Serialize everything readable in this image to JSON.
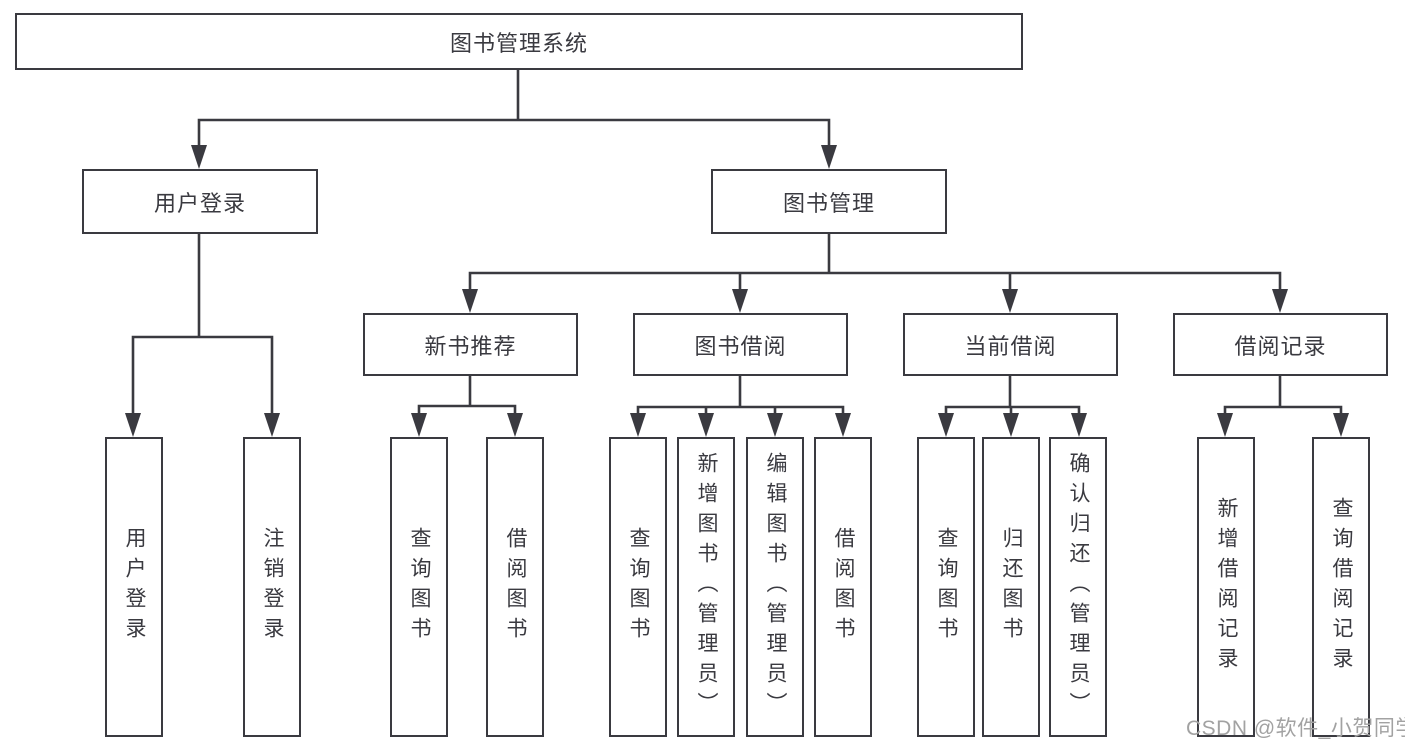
{
  "tree": {
    "label": "图书管理系统",
    "children": [
      {
        "label": "用户登录",
        "children": [
          {
            "label": "用户登录"
          },
          {
            "label": "注销登录"
          }
        ]
      },
      {
        "label": "图书管理",
        "children": [
          {
            "label": "新书推荐",
            "children": [
              {
                "label": "查询图书"
              },
              {
                "label": "借阅图书"
              }
            ]
          },
          {
            "label": "图书借阅",
            "children": [
              {
                "label": "查询图书"
              },
              {
                "label": "新增图书（管理员）"
              },
              {
                "label": "编辑图书（管理员）"
              },
              {
                "label": "借阅图书"
              }
            ]
          },
          {
            "label": "当前借阅",
            "children": [
              {
                "label": "查询图书"
              },
              {
                "label": "归还图书"
              },
              {
                "label": "确认归还（管理员）"
              }
            ]
          },
          {
            "label": "借阅记录",
            "children": [
              {
                "label": "新增借阅记录"
              },
              {
                "label": "查询借阅记录"
              }
            ]
          }
        ]
      }
    ]
  },
  "watermark": "CSDN @软件_小贺同学",
  "colors": {
    "ink": "#3a3a40",
    "watermark": "#a2a2a2",
    "background": "#ffffff"
  }
}
